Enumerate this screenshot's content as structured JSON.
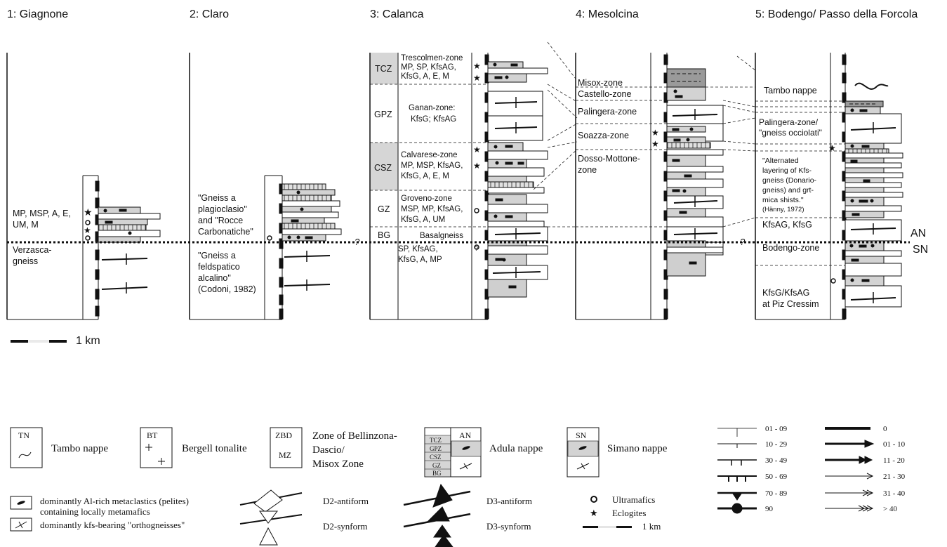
{
  "columns": [
    {
      "title": "1: Giagnone",
      "top_lines": [
        "MP, MSP, A, E,",
        "UM, M"
      ],
      "bottom_lines": [
        "Verzasca-",
        "gneiss"
      ]
    },
    {
      "title": "2: Claro",
      "top_lines": [
        "\"Gneiss a",
        "plagioclasio\"",
        "and \"Rocce",
        "Carbonatiche\""
      ],
      "bottom_lines": [
        "\"Gneiss a",
        "feldspatico",
        "alcalino\"",
        "(Codoni, 1982)"
      ]
    },
    {
      "title": "3: Calanca",
      "zones": [
        {
          "abbr": "TCZ",
          "lines": [
            "Trescolmen-zone",
            "MP, SP, KfsAG,",
            "KfsG, A, E, M"
          ]
        },
        {
          "abbr": "GPZ",
          "lines": [
            "Ganan-zone:",
            "KfsG; KfsAG"
          ]
        },
        {
          "abbr": "CSZ",
          "lines": [
            "Calvarese-zone",
            "MP, MSP, KfsAG,",
            "KfsG, A, E, M"
          ]
        },
        {
          "abbr": "GZ",
          "lines": [
            "Groveno-zone",
            "MSP, MP, KfsAG,",
            "KfsG, A, UM"
          ]
        },
        {
          "abbr": "BG",
          "lines": [
            "Basalgneiss"
          ]
        }
      ],
      "bottom_lines": [
        "SP, KfsAG,",
        "KfsG, A, MP"
      ]
    },
    {
      "title": "4: Mesolcina",
      "zones": [
        "Misox-zone",
        "Castello-zone",
        "Palingera-zone",
        "Soazza-zone",
        "Dosso-Mottone-",
        "zone"
      ]
    },
    {
      "title": "5: Bodengo/ Passo della Forcola",
      "zones": [
        "Tambo nappe",
        "Palingera-zone/",
        "\"gneiss occiolati\""
      ],
      "quote_lines": [
        "\"Alternated",
        "layering of Kfs-",
        "gneiss (Donario-",
        "gneiss) and grt-",
        "mica shists.\"",
        "(Hänny, 1972)"
      ],
      "lower_lines": [
        "KfsAG, KfsG",
        "Bodengo-zone",
        "KfsG/KfsAG",
        "at Piz Cressim"
      ]
    }
  ],
  "boundary_labels": {
    "upper": "AN",
    "lower": "SN",
    "question": "?"
  },
  "scale_label": "1 km",
  "legend": {
    "tn": {
      "box": "TN",
      "label": "Tambo nappe"
    },
    "bt": {
      "box": "BT",
      "label": "Bergell tonalite"
    },
    "zbd": {
      "box_top": "ZBD",
      "box_bottom": "MZ",
      "lines": [
        "Zone of Bellinzona-",
        "Dascio/",
        "Misox Zone"
      ]
    },
    "an": {
      "box": "AN",
      "stack": [
        "TCZ",
        "GPZ",
        "CSZ",
        "GZ",
        "BG"
      ],
      "label": "Adula nappe"
    },
    "sn": {
      "box": "SN",
      "label": "Simano nappe"
    },
    "pelite_lines": [
      "dominantly Al-rich metaclastics (pelites)",
      "containing locally metamafics"
    ],
    "ortho_label": "dominantly kfs-bearing \"orthogneisses\"",
    "d2_antiform": "D2-antiform",
    "d2_synform": "D2-synform",
    "d3_antiform": "D3-antiform",
    "d3_synform": "D3-synform",
    "ultramafics": "Ultramafics",
    "eclogites": "Eclogites",
    "scale_label": "1 km",
    "dip_classes": [
      "01 - 09",
      "10 - 29",
      "30 - 49",
      "50 - 69",
      "70 - 89",
      "90"
    ],
    "plunge_classes": [
      "0",
      "01 - 10",
      "11 - 20",
      "21 - 30",
      "31 - 40",
      "> 40"
    ]
  },
  "colors": {
    "grey_fill": "#cfcfcf",
    "light_fill": "#e8e8e8",
    "ink": "#111111"
  }
}
